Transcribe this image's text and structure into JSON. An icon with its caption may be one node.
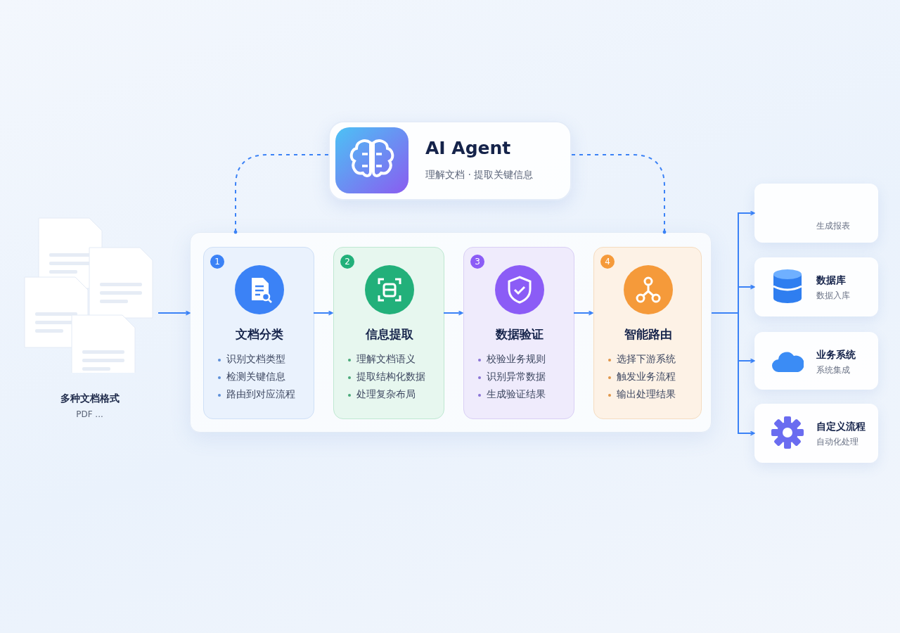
{
  "diagram": {
    "nodes": [
      {
        "text": [
          "多种文档格式",
          "PDF ..."
        ]
      },
      {
        "text": [
          "AI Agent",
          "理解文档 · 提取关键信息"
        ]
      },
      {
        "text": [],
        "shape": "box"
      },
      {
        "text": [
          "1",
          "文档分类",
          "识别文档类型",
          "检测关键信息",
          "路由到对应流程"
        ],
        "in": 2
      },
      {
        "text": [
          "2",
          "信息提取",
          "理解文档语义",
          "提取结构化数据",
          "处理复杂布局"
        ],
        "in": 2
      },
      {
        "text": [
          "3",
          "数据验证",
          "校验业务规则",
          "识别异常数据",
          "生成验证结果"
        ],
        "in": 2
      },
      {
        "text": [
          "4",
          "智能路由",
          "选择下游系统",
          "触发业务流程",
          "输出处理结果"
        ],
        "in": 2
      },
      {
        "text": [
          "生成报表"
        ]
      },
      {
        "text": [
          "数据库",
          "数据入库"
        ]
      },
      {
        "text": [
          "业务系统",
          "系统集成"
        ]
      },
      {
        "text": [
          "自定义流程",
          "自动化处理"
        ]
      }
    ],
    "edges": [
      {
        "from": 0,
        "to": 2,
        "arrow": "to"
      },
      {
        "from": 1,
        "to": 2,
        "arrow": "other",
        "style": "dashed"
      },
      {
        "from": 1,
        "to": 2,
        "arrow": "other",
        "style": "dashed"
      },
      {
        "from": 3,
        "to": 4,
        "arrow": "to"
      },
      {
        "from": 4,
        "to": 5,
        "arrow": "to"
      },
      {
        "from": 5,
        "to": 6,
        "arrow": "to"
      },
      {
        "from": 2,
        "to": 7,
        "arrow": "to"
      },
      {
        "from": 2,
        "to": 8,
        "arrow": "to"
      },
      {
        "from": 2,
        "to": 9,
        "arrow": "to"
      },
      {
        "from": 2,
        "to": 10,
        "arrow": "to"
      }
    ]
  }
}
